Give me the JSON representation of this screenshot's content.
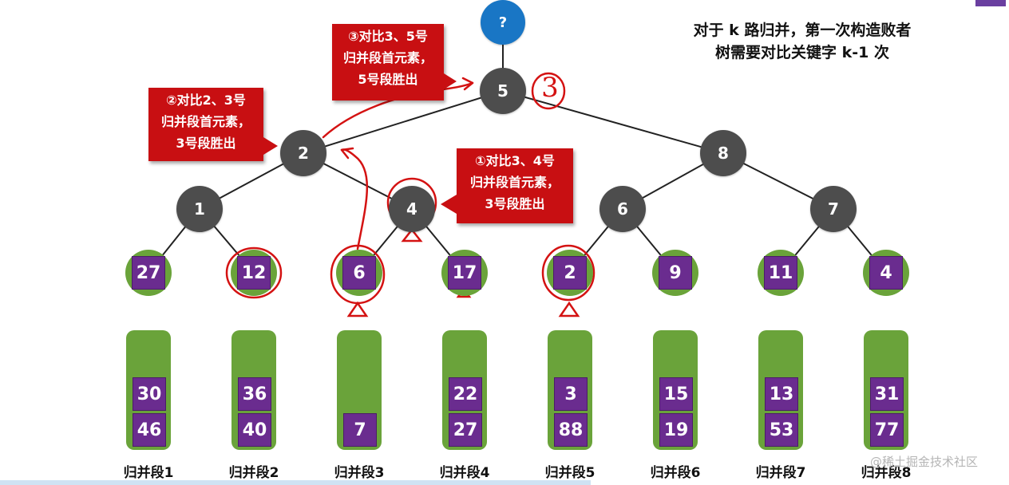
{
  "note": {
    "line1": "对于 k 路归并，第一次构造败者",
    "line2": "树需要对比关键字 k-1 次"
  },
  "callouts": {
    "c1": [
      "①对比3、4号",
      "归并段首元素，",
      "3号段胜出"
    ],
    "c2": [
      "②对比2、3号",
      "归并段首元素，",
      "3号段胜出"
    ],
    "c3": [
      "③对比3、5号",
      "归并段首元素，",
      "5号段胜出"
    ]
  },
  "tree": {
    "top": "?",
    "root": "5",
    "level1": [
      "2",
      "8"
    ],
    "level2": [
      "1",
      "4",
      "6",
      "7"
    ]
  },
  "annotation_mark": "3",
  "leaves": [
    "27",
    "12",
    "6",
    "17",
    "2",
    "9",
    "11",
    "4"
  ],
  "segments": [
    {
      "label": "归并段1",
      "values": [
        "30",
        "46"
      ]
    },
    {
      "label": "归并段2",
      "values": [
        "36",
        "40"
      ]
    },
    {
      "label": "归并段3",
      "values": [
        "7"
      ]
    },
    {
      "label": "归并段4",
      "values": [
        "22",
        "27"
      ]
    },
    {
      "label": "归并段5",
      "values": [
        "3",
        "88"
      ]
    },
    {
      "label": "归并段6",
      "values": [
        "15",
        "19"
      ]
    },
    {
      "label": "归并段7",
      "values": [
        "13",
        "53"
      ]
    },
    {
      "label": "归并段8",
      "values": [
        "31",
        "77"
      ]
    }
  ],
  "watermark": "@稀土掘金技术社区",
  "colors": {
    "internal_node": "#4d4d4d",
    "top_node": "#1976c5",
    "leaf_green": "#6aa33a",
    "value_purple": "#6a2c8f",
    "callout_red": "#c80f12",
    "ink_red": "#d41212"
  }
}
